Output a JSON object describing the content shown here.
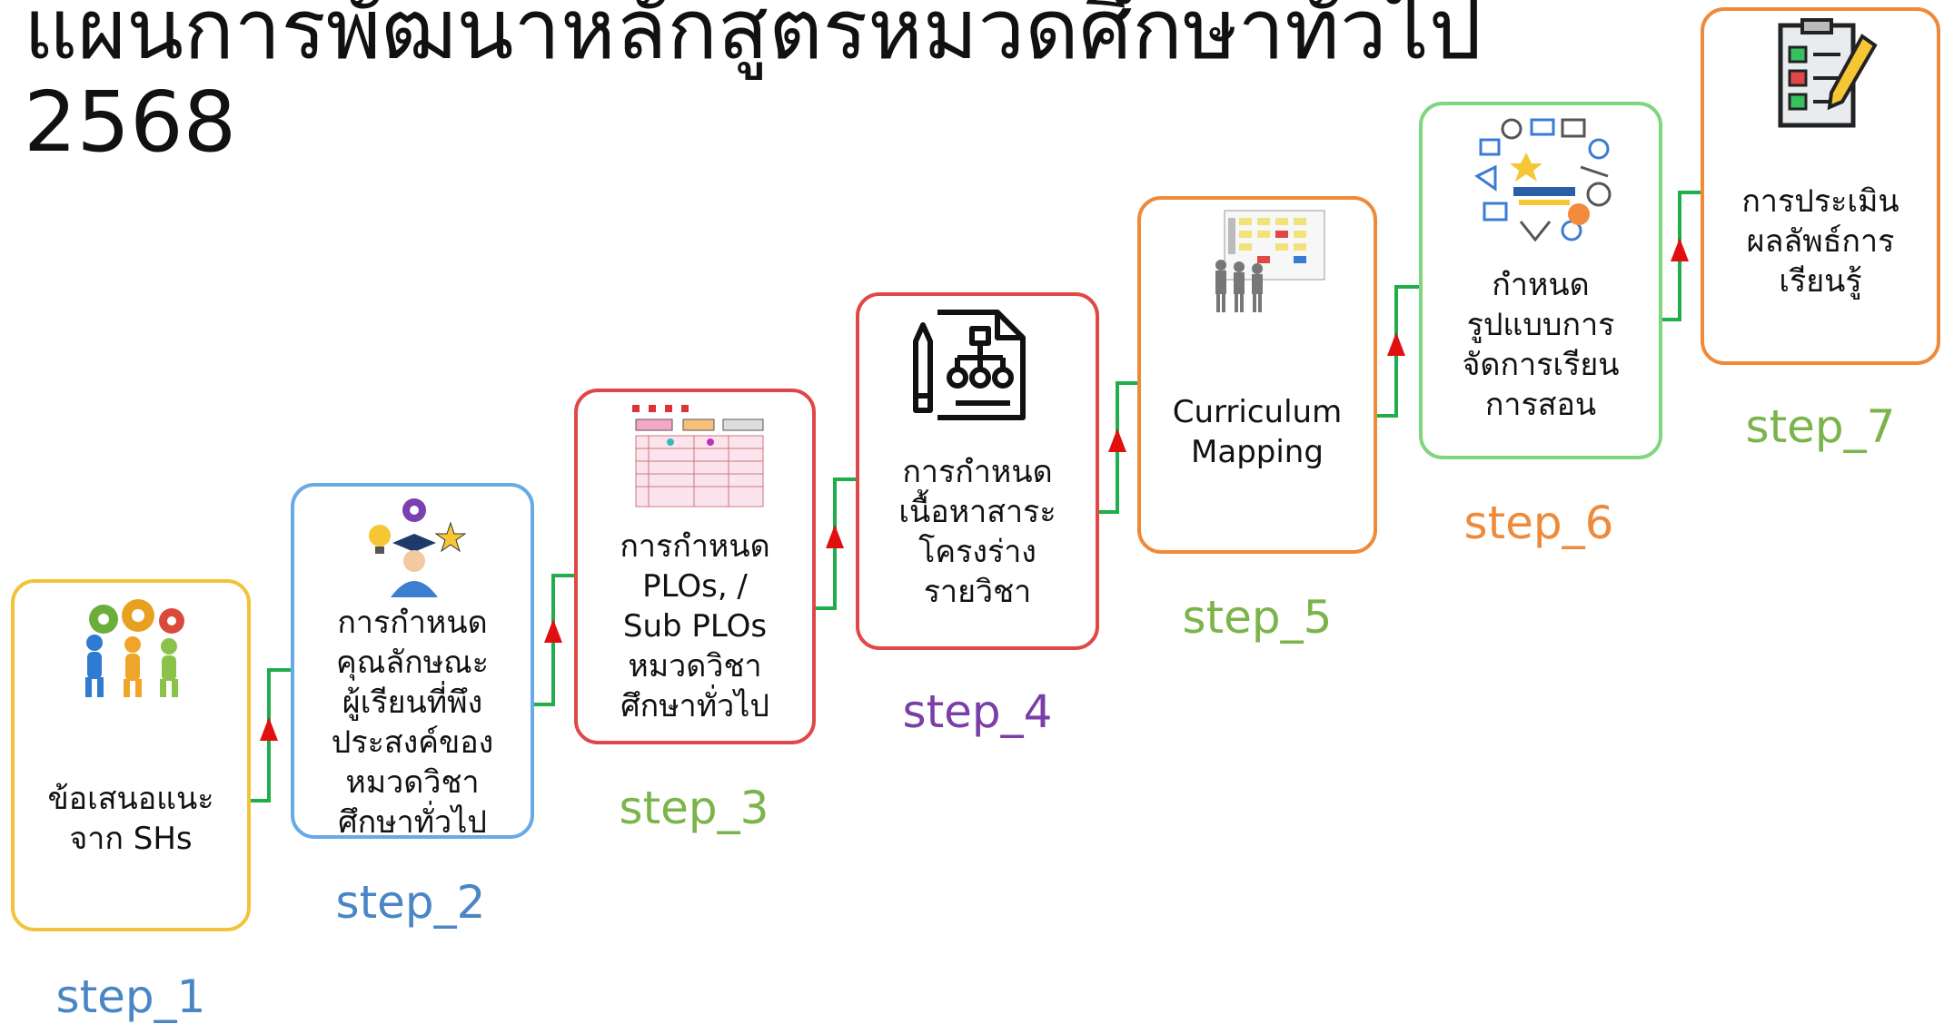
{
  "title": {
    "line1": "แผนการพัฒนาหลักสูตรหมวดศึกษาทั่วไป",
    "line2": "2568"
  },
  "steps": [
    {
      "label": "step_1",
      "label_color": "#4a86c5",
      "border_color": "#f2c23a",
      "text": [
        "ข้อเสนอแนะ",
        "จาก SHs"
      ],
      "icon": "teamwork-gears-icon"
    },
    {
      "label": "step_2",
      "label_color": "#4a86c5",
      "border_color": "#6aa9e6",
      "text": [
        "การกำหนด",
        "คุณลักษณะ",
        "ผู้เรียนที่พึง",
        "ประสงค์ของ",
        "หมวดวิชา",
        "ศึกษาทั่วไป"
      ],
      "icon": "graduate-ideas-icon"
    },
    {
      "label": "step_3",
      "label_color": "#7ab44a",
      "border_color": "#e04848",
      "text": [
        "การกำหนด",
        "PLOs, /",
        "Sub PLOs",
        "หมวดวิชา",
        "ศึกษาทั่วไป"
      ],
      "icon": "plo-table-icon"
    },
    {
      "label": "step_4",
      "label_color": "#7a3ea6",
      "border_color": "#e04848",
      "text": [
        "การกำหนด",
        "เนื้อหาสาระ",
        "โครงร่าง",
        "รายวิชา"
      ],
      "icon": "structure-document-icon"
    },
    {
      "label": "step_5",
      "label_color": "#7ab44a",
      "border_color": "#ee8a3a",
      "text": [
        "Curriculum",
        "Mapping"
      ],
      "icon": "planning-board-icon"
    },
    {
      "label": "step_6",
      "label_color": "#ee8a3a",
      "border_color": "#7ed67e",
      "text": [
        "กำหนด",
        "รูปแบบการ",
        "จัดการเรียน",
        "การสอน"
      ],
      "icon": "education-doodle-icon"
    },
    {
      "label": "step_7",
      "label_color": "#7ab44a",
      "border_color": "#ee8a3a",
      "text": [
        "การประเมิน",
        "ผลลัพธ์การ",
        "เรียนรู้"
      ],
      "icon": "checklist-icon"
    }
  ],
  "colors": {
    "connector": "#1fae4b",
    "arrow": "#e01010"
  }
}
